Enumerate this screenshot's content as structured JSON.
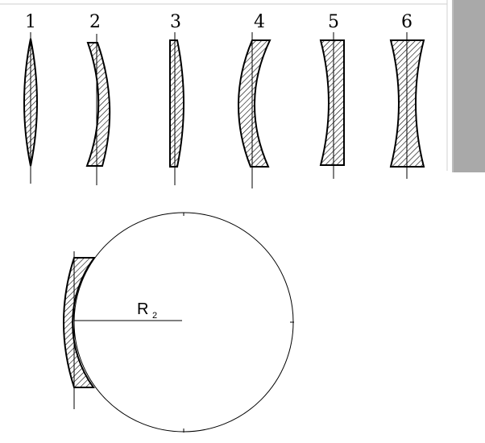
{
  "lens_labels": [
    "1",
    "2",
    "3",
    "4",
    "5",
    "6"
  ],
  "radius_label": "R",
  "radius_subscript": "2",
  "colors": {
    "ink": "#000000",
    "scrollbar": "#a9a9a9",
    "background": "#ffffff"
  }
}
